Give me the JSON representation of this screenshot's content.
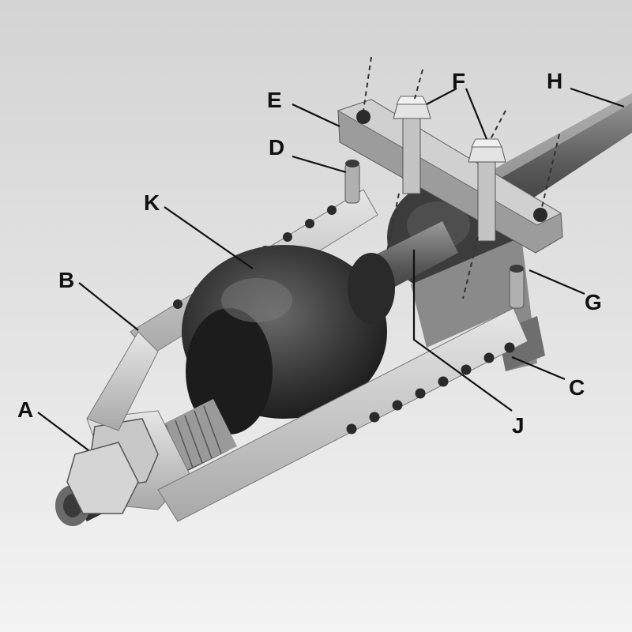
{
  "labels": {
    "a": "A",
    "b": "B",
    "c": "C",
    "d": "D",
    "e": "E",
    "f": "F",
    "g": "G",
    "h": "H",
    "j": "J",
    "k": "K"
  }
}
